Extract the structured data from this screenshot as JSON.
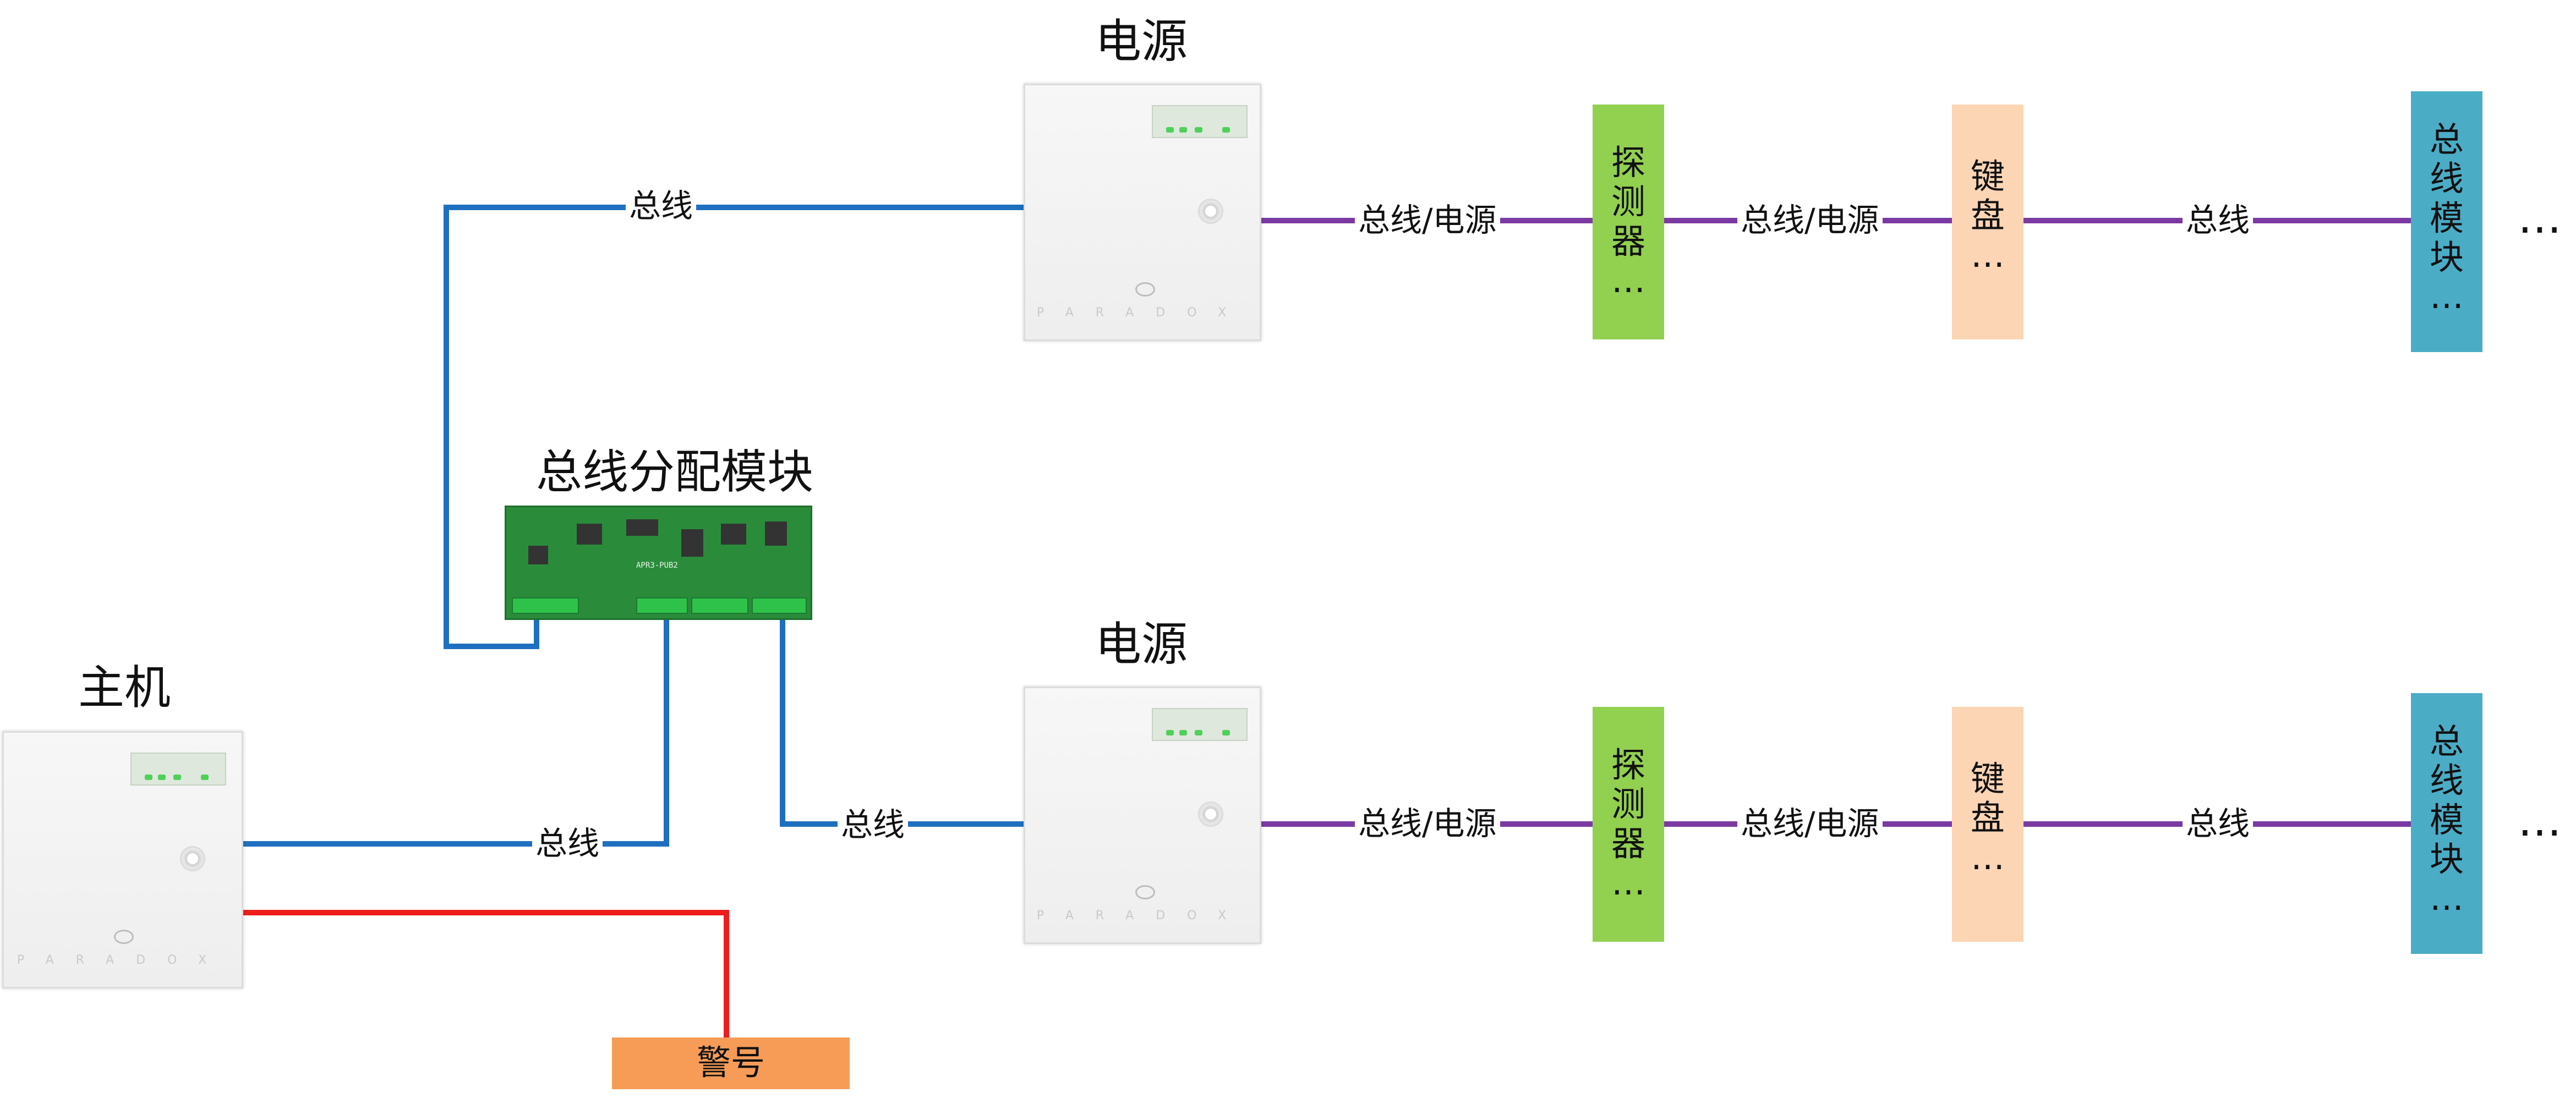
{
  "titles": {
    "power_top": "电源",
    "power_bottom": "电源",
    "distribution": "总线分配模块",
    "host": "主机"
  },
  "wire_labels": {
    "bus": "总线",
    "bus_power": "总线/电源"
  },
  "modules": {
    "detector_chars": [
      "探",
      "测",
      "器",
      "…"
    ],
    "keypad_chars": [
      "键",
      "盘",
      "…"
    ],
    "bus_module_chars": [
      "总",
      "线",
      "模",
      "块",
      "…"
    ]
  },
  "continuation": "…",
  "siren": "警号",
  "cabinet_logo": "PARADOX",
  "board_silk": "APR3-PUB2",
  "colors": {
    "bus_wire": "#1f6fbf",
    "bus_power_wire": "#7a3aa2",
    "siren_wire": "#ee1c1c",
    "detector": "#92d050",
    "keypad": "#fcd5b4",
    "bus_module": "#4bacc6",
    "siren": "#f79646"
  }
}
